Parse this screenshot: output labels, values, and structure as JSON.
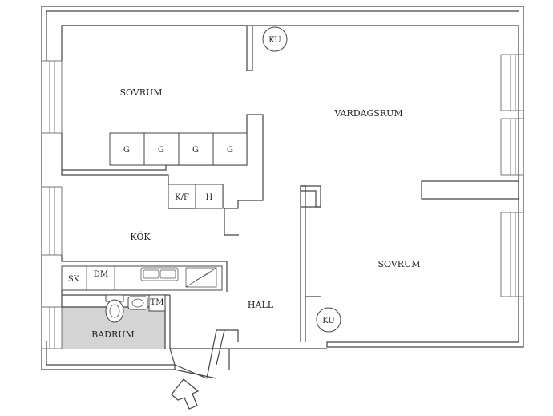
{
  "rooms": {
    "sovrum_1": "SOVRUM",
    "vardagsrum": "VARDAGSRUM",
    "kok": "KÖK",
    "sovrum_2": "SOVRUM",
    "hall": "HALL",
    "badrum": "BADRUM"
  },
  "fixtures": {
    "ku": "KU",
    "g": "G",
    "kf": "K/F",
    "h": "H",
    "sk": "SK",
    "dm": "DM",
    "tm": "TM"
  },
  "colors": {
    "wall": "#444444",
    "bathroom_fill": "#d4d4d4"
  }
}
